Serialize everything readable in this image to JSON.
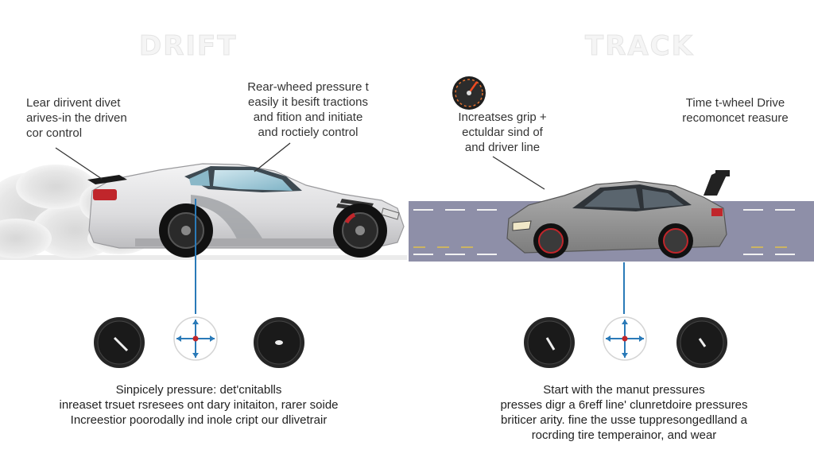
{
  "drift": {
    "title": "DRIFT",
    "note_left": [
      "Lear dirivent divet",
      "arives-in the driven",
      "cor control"
    ],
    "note_center": [
      "Rear-wheed pressure t",
      "easily it besift tractions",
      "and fition and initiate",
      "and roctiely control"
    ],
    "bottom_note": [
      "Sinpicely pressure: det'cnitablls",
      "inreaset trsuet rsresees ont dary initaiton, rarer soide",
      "Increestior poorodally ind inole cript our dlivetrair"
    ]
  },
  "track": {
    "title": "TRACK",
    "note_center": [
      "Increatses grip +",
      "ectuldar sind of",
      "and driver line"
    ],
    "note_right": [
      "Time t-wheel Drive",
      "recomoncet reasure"
    ],
    "bottom_note": [
      "Start with the manut pressures",
      "presses digr a 6reff line' clunretdoire pressures",
      "briticer arity. fine the usse tuppresongedlland a",
      "rocrding tire temperainor, and wear"
    ]
  },
  "colors": {
    "road": "#8e8fa8",
    "road_line": "#f2f2f2",
    "drift_car": "#e4e4e6",
    "track_car": "#9b9b9b",
    "brake_red": "#c0262b",
    "compass_blue": "#2a7ab8",
    "gauge_dark": "#262626"
  },
  "icons": [
    "tire-gauge-icon",
    "compass-crosshair-icon",
    "speedometer-icon"
  ]
}
